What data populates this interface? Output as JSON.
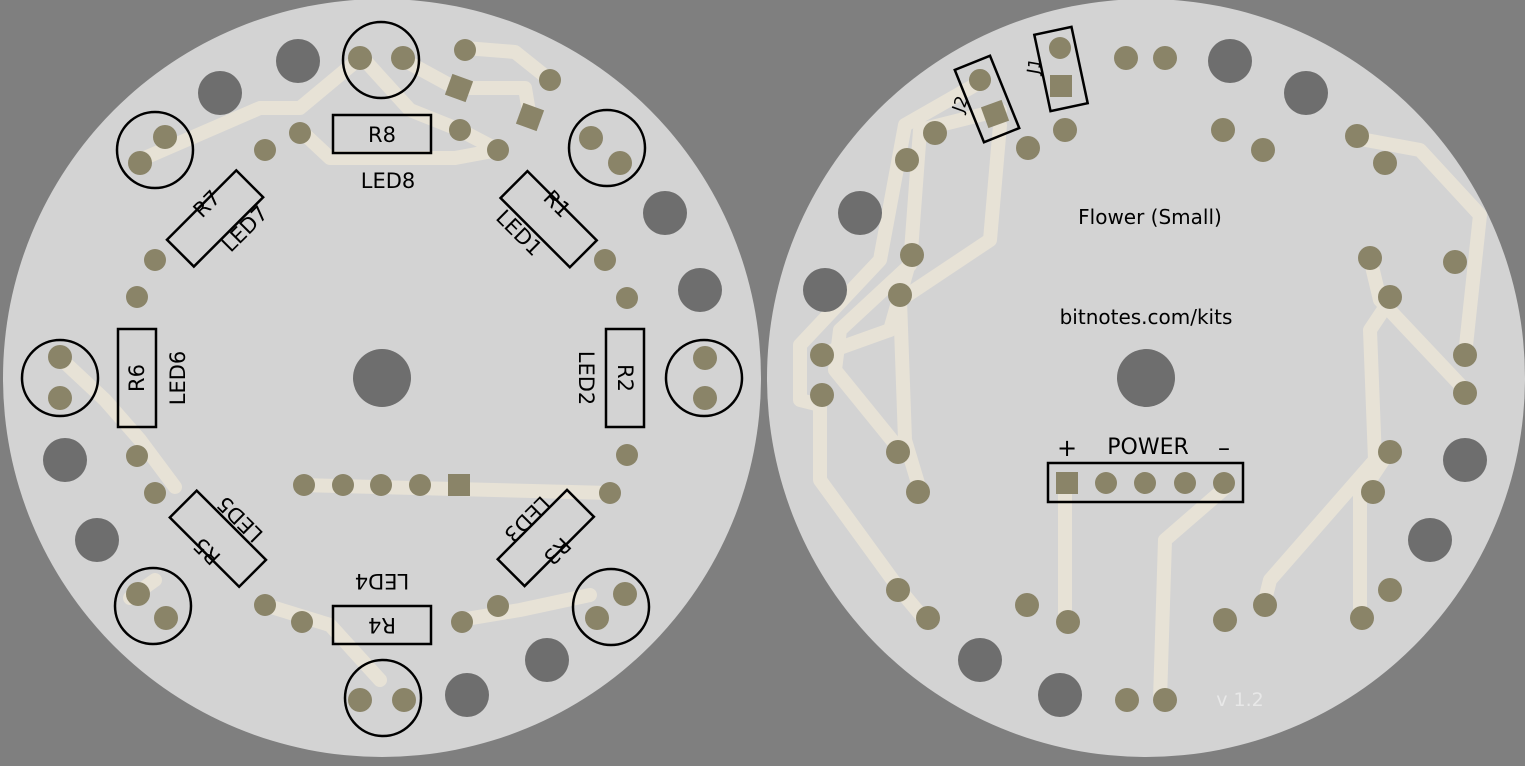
{
  "colors": {
    "background": "#7f7f7f",
    "board": "#d3d3d3",
    "trace": "#e7e2d6",
    "pad": "#8a8468",
    "hole": "#6e6e6e",
    "silk": "#000000",
    "silk_faint": "#e8e8e8"
  },
  "front_board": {
    "resistors": [
      "R1",
      "R2",
      "R3",
      "R4",
      "R5",
      "R6",
      "R7",
      "R8"
    ],
    "leds": [
      "LED1",
      "LED2",
      "LED3",
      "LED4",
      "LED5",
      "LED6",
      "LED7",
      "LED8"
    ]
  },
  "back_board": {
    "title": "Flower (Small)",
    "url": "bitnotes.com/kits",
    "power": {
      "label": "POWER",
      "plus": "+",
      "minus": "–"
    },
    "jumpers": [
      "J1",
      "J2"
    ],
    "version": "v 1.2"
  }
}
